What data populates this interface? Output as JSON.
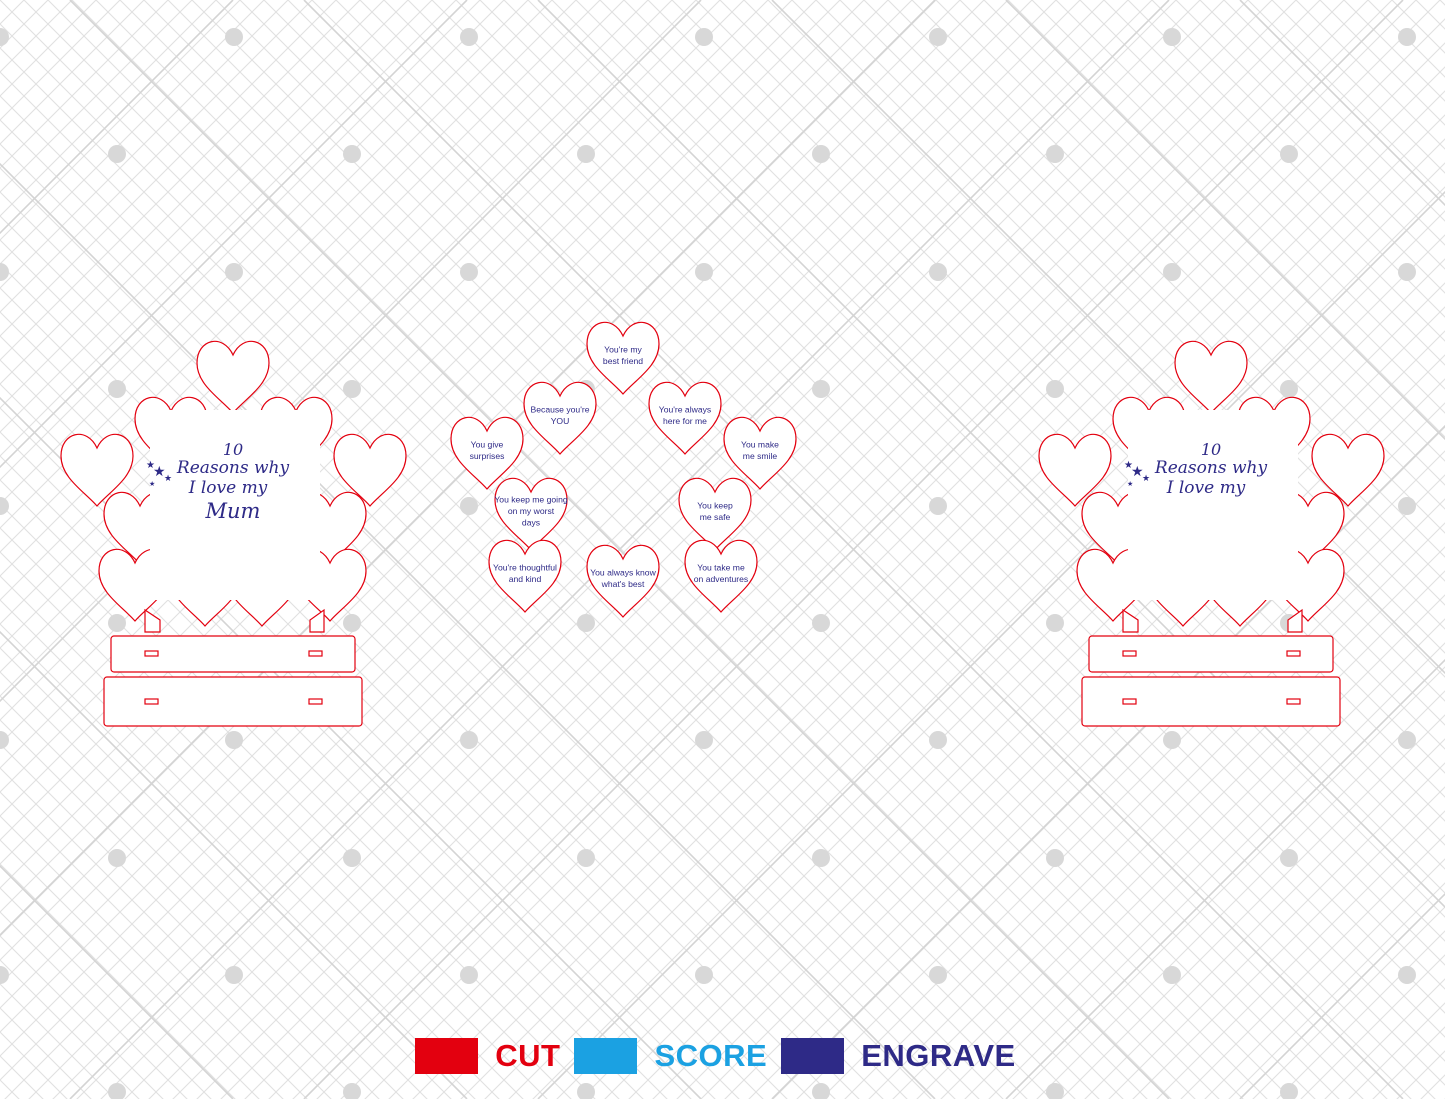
{
  "colors": {
    "cut": "#e3000f",
    "score": "#1ba1e2",
    "engrave": "#2e2a87",
    "watermark": "#dcdcdc",
    "watermark_dot": "#d6d6d6"
  },
  "left_plaque": {
    "number": "10",
    "line1": "Reasons why",
    "line2": "I love my",
    "line3": "Mum"
  },
  "right_plaque": {
    "number": "10",
    "line1": "Reasons why",
    "line2": "I love my"
  },
  "reason_hearts": [
    [
      "You're my",
      "best friend"
    ],
    [
      "Because you're",
      "YOU"
    ],
    [
      "You're always",
      "here for me"
    ],
    [
      "You give",
      "surprises"
    ],
    [
      "You make",
      "me smile"
    ],
    [
      "You keep me going",
      "on my worst",
      "days"
    ],
    [
      "You keep",
      "me safe"
    ],
    [
      "You're thoughtful",
      "and kind"
    ],
    [
      "You always know",
      "what's best"
    ],
    [
      "You take me",
      "on adventures"
    ]
  ],
  "legend": [
    {
      "label": "CUT",
      "color": "#e3000f"
    },
    {
      "label": "SCORE",
      "color": "#1ba1e2"
    },
    {
      "label": "ENGRAVE",
      "color": "#2e2a87"
    }
  ]
}
